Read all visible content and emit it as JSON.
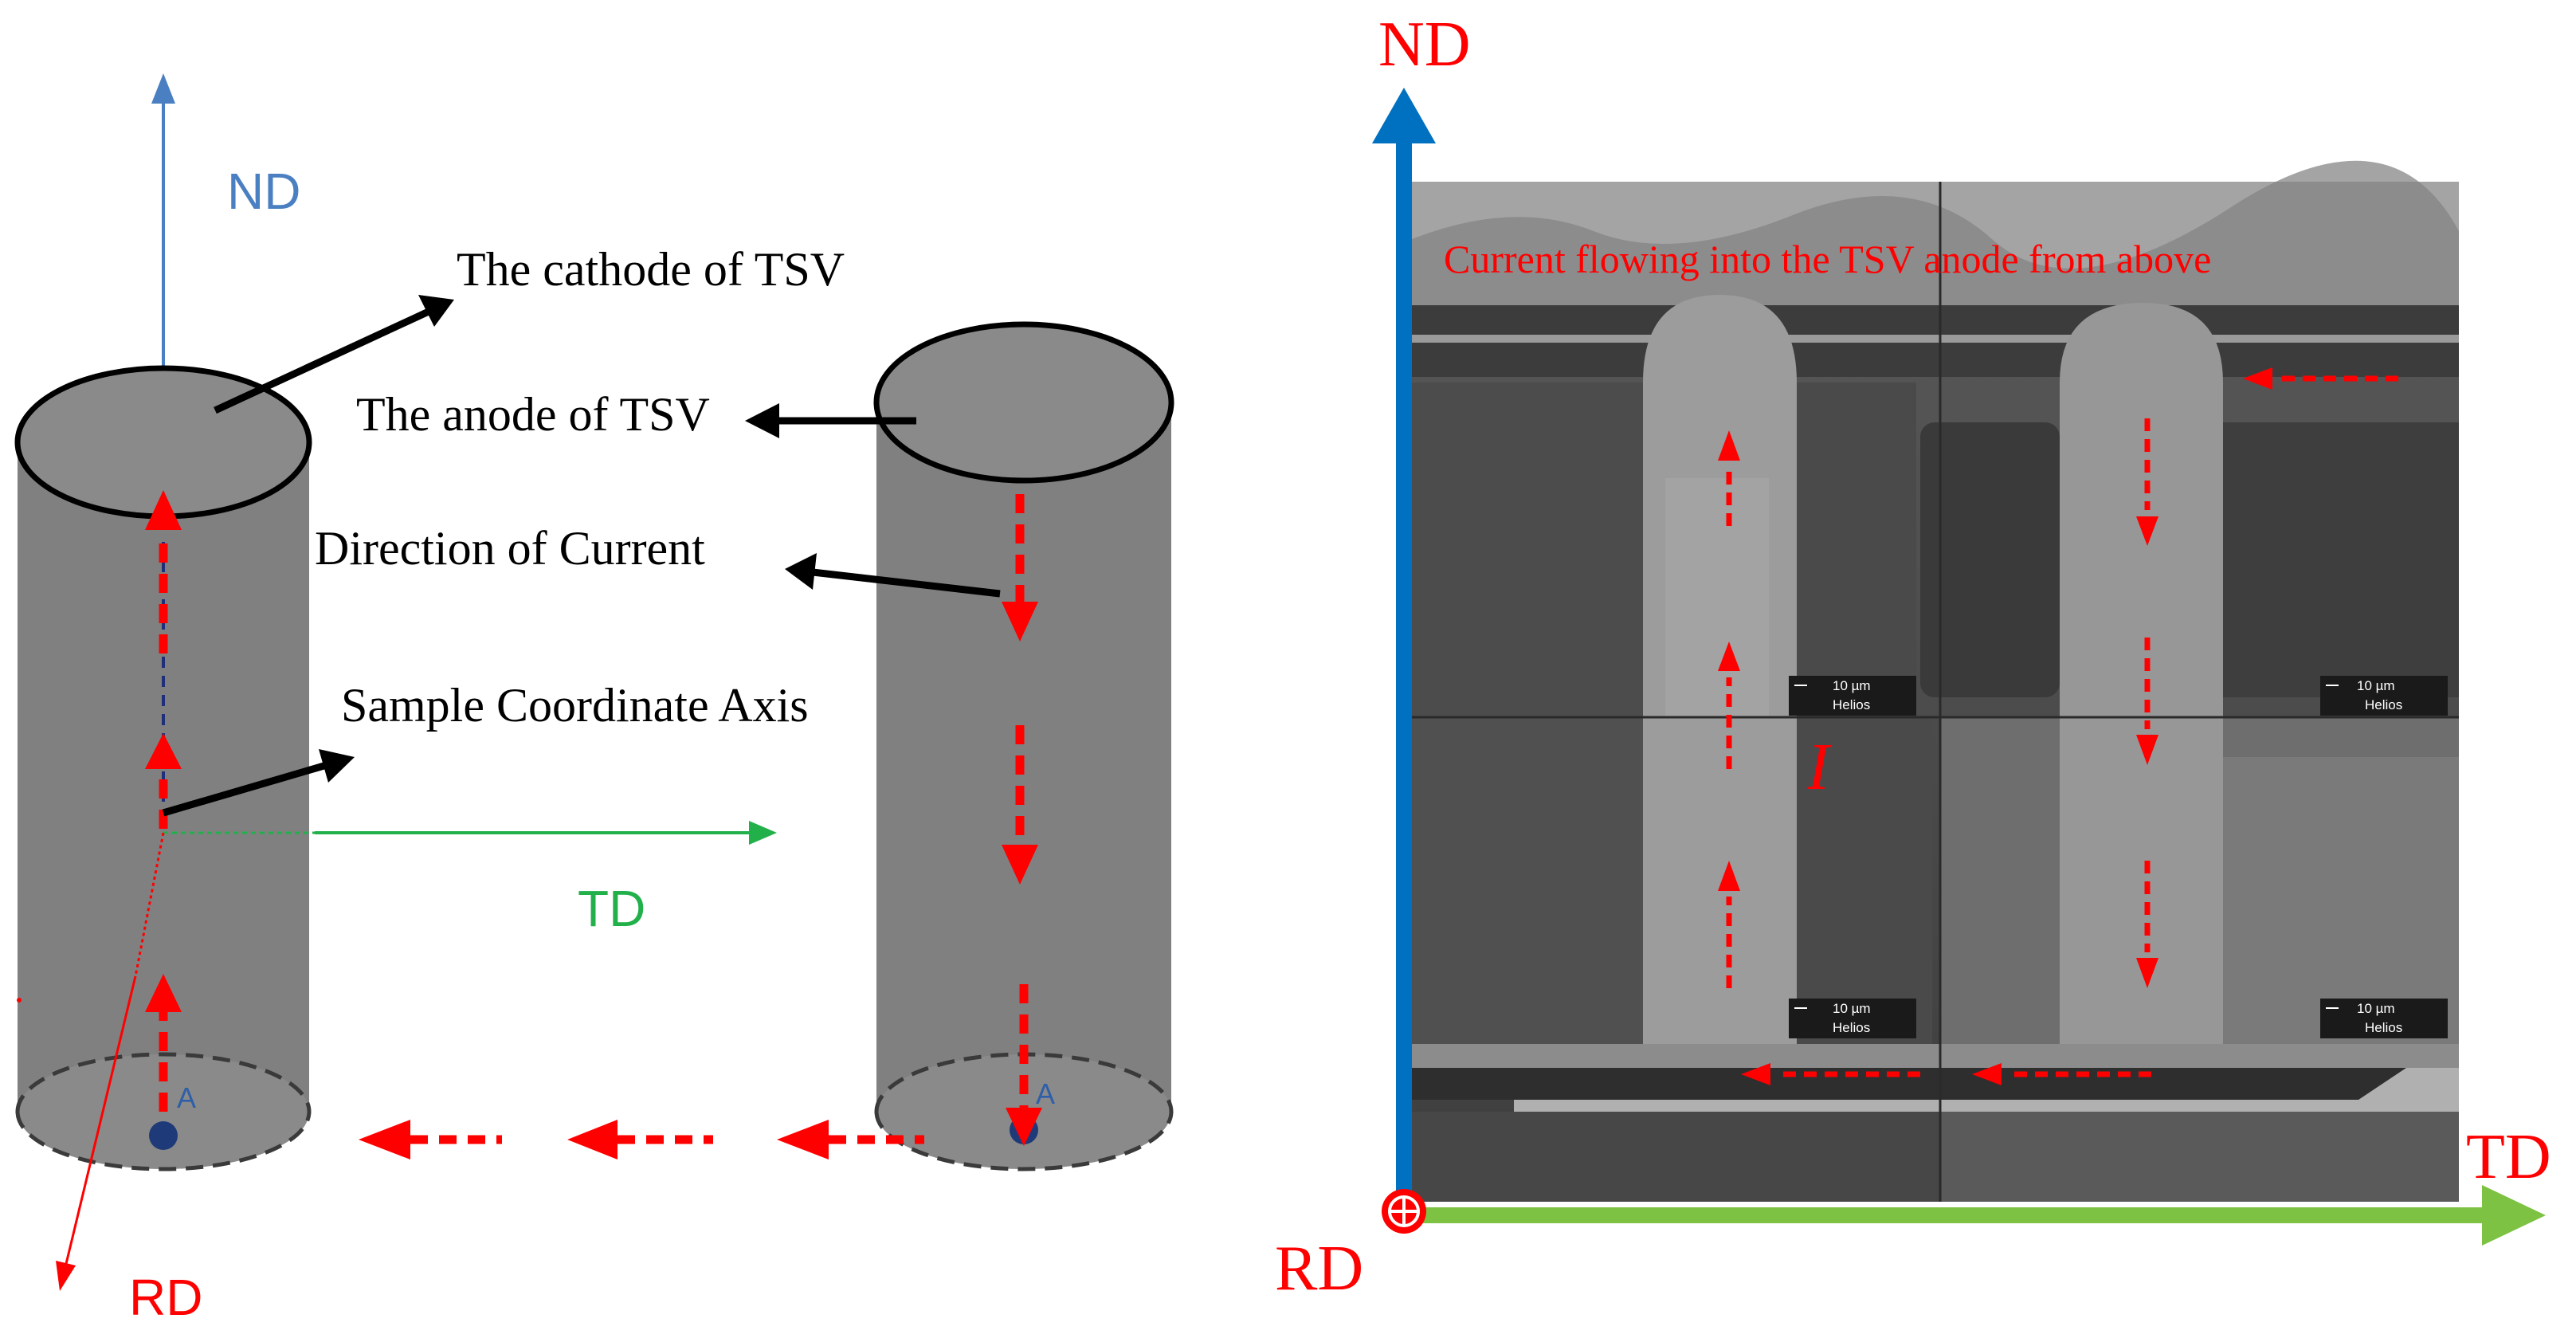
{
  "left_panel": {
    "axis_labels": {
      "nd": "ND",
      "td": "TD",
      "rd": "RD"
    },
    "annotations": {
      "cathode": "The cathode of TSV",
      "anode": "The anode of TSV",
      "current_direction": "Direction of Current",
      "sample_axis": "Sample Coordinate Axis"
    },
    "point_labels": {
      "left": "A",
      "right": "A"
    }
  },
  "right_panel": {
    "axis_labels": {
      "nd": "ND",
      "td": "TD",
      "rd": "RD"
    },
    "caption": "Current flowing into the TSV anode from above",
    "current_symbol": "I",
    "scale_bars": [
      {
        "value": "10 µm",
        "instrument": "Helios"
      },
      {
        "value": "10 µm",
        "instrument": "Helios"
      },
      {
        "value": "10 µm",
        "instrument": "Helios"
      },
      {
        "value": "10 µm",
        "instrument": "Helios"
      }
    ]
  },
  "colors": {
    "nd_left": "#4a7fc1",
    "td_left": "#22b04b",
    "current": "#ff0000",
    "nd_right": "#0070c0",
    "td_right": "#7dc242",
    "cylinder": "#808080"
  }
}
